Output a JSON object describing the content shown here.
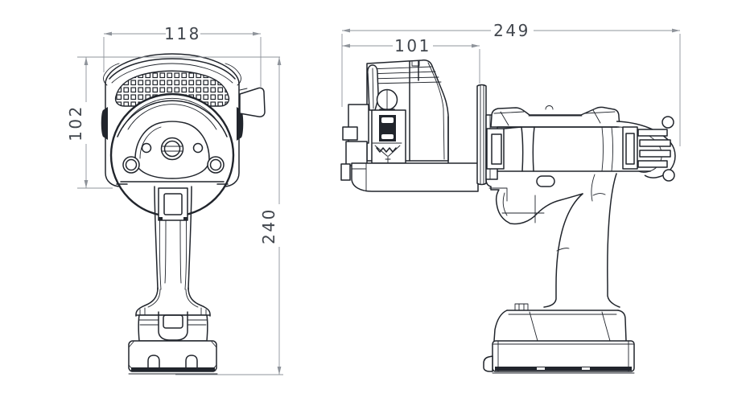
{
  "colors": {
    "background": "#ffffff",
    "outline": "#21252c",
    "dimension_lines": "#8f949b",
    "dimension_text": "#41464d"
  },
  "front_view": {
    "dim_width": "118",
    "dim_head_height": "102",
    "dim_total_height": "240"
  },
  "side_view": {
    "dim_head_depth": "101",
    "dim_total_length": "249"
  }
}
